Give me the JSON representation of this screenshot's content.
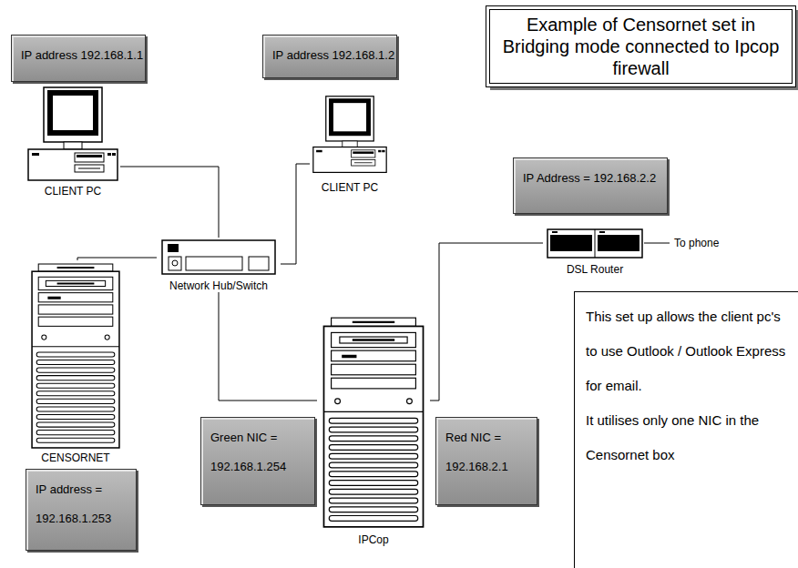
{
  "diagram": {
    "title": "Example of Censornet set in Bridging mode connected to Ipcop firewall",
    "nodes": [
      {
        "text": [
          "IP address 192.168.1.1"
        ]
      },
      {
        "text": [
          "IP address 192.168.1.2"
        ]
      },
      {
        "text": [
          "CLIENT PC"
        ]
      },
      {
        "text": [
          "CLIENT PC"
        ]
      },
      {
        "text": [
          "IP Address = 192.168.2.2"
        ]
      },
      {
        "text": [
          "DSL Router"
        ]
      },
      {
        "text": [
          "Network Hub/Switch"
        ]
      },
      {
        "text": [
          "CENSORNET"
        ]
      },
      {
        "text": [
          "IPCop"
        ]
      },
      {
        "text": [
          "Green NIC = 192.168.1.254"
        ]
      },
      {
        "text": [
          "Red NIC = 192.168.2.1"
        ]
      },
      {
        "text": [
          "IP address = 192.168.1.253"
        ]
      },
      {
        "text": [
          "This set up allows the client pc's to use Outlook / Outlook Express for email.",
          "It utilises only one NIC in the Censornet box"
        ]
      }
    ],
    "edges": [
      {
        "from": 2,
        "to": 6,
        "arrow": "none"
      },
      {
        "from": 3,
        "to": 6,
        "arrow": "none"
      },
      {
        "from": 7,
        "to": 6,
        "arrow": "none"
      },
      {
        "from": 6,
        "to": 8,
        "arrow": "none"
      },
      {
        "from": 8,
        "to": 5,
        "arrow": "none"
      }
    ],
    "labels": [
      "To phone"
    ]
  }
}
